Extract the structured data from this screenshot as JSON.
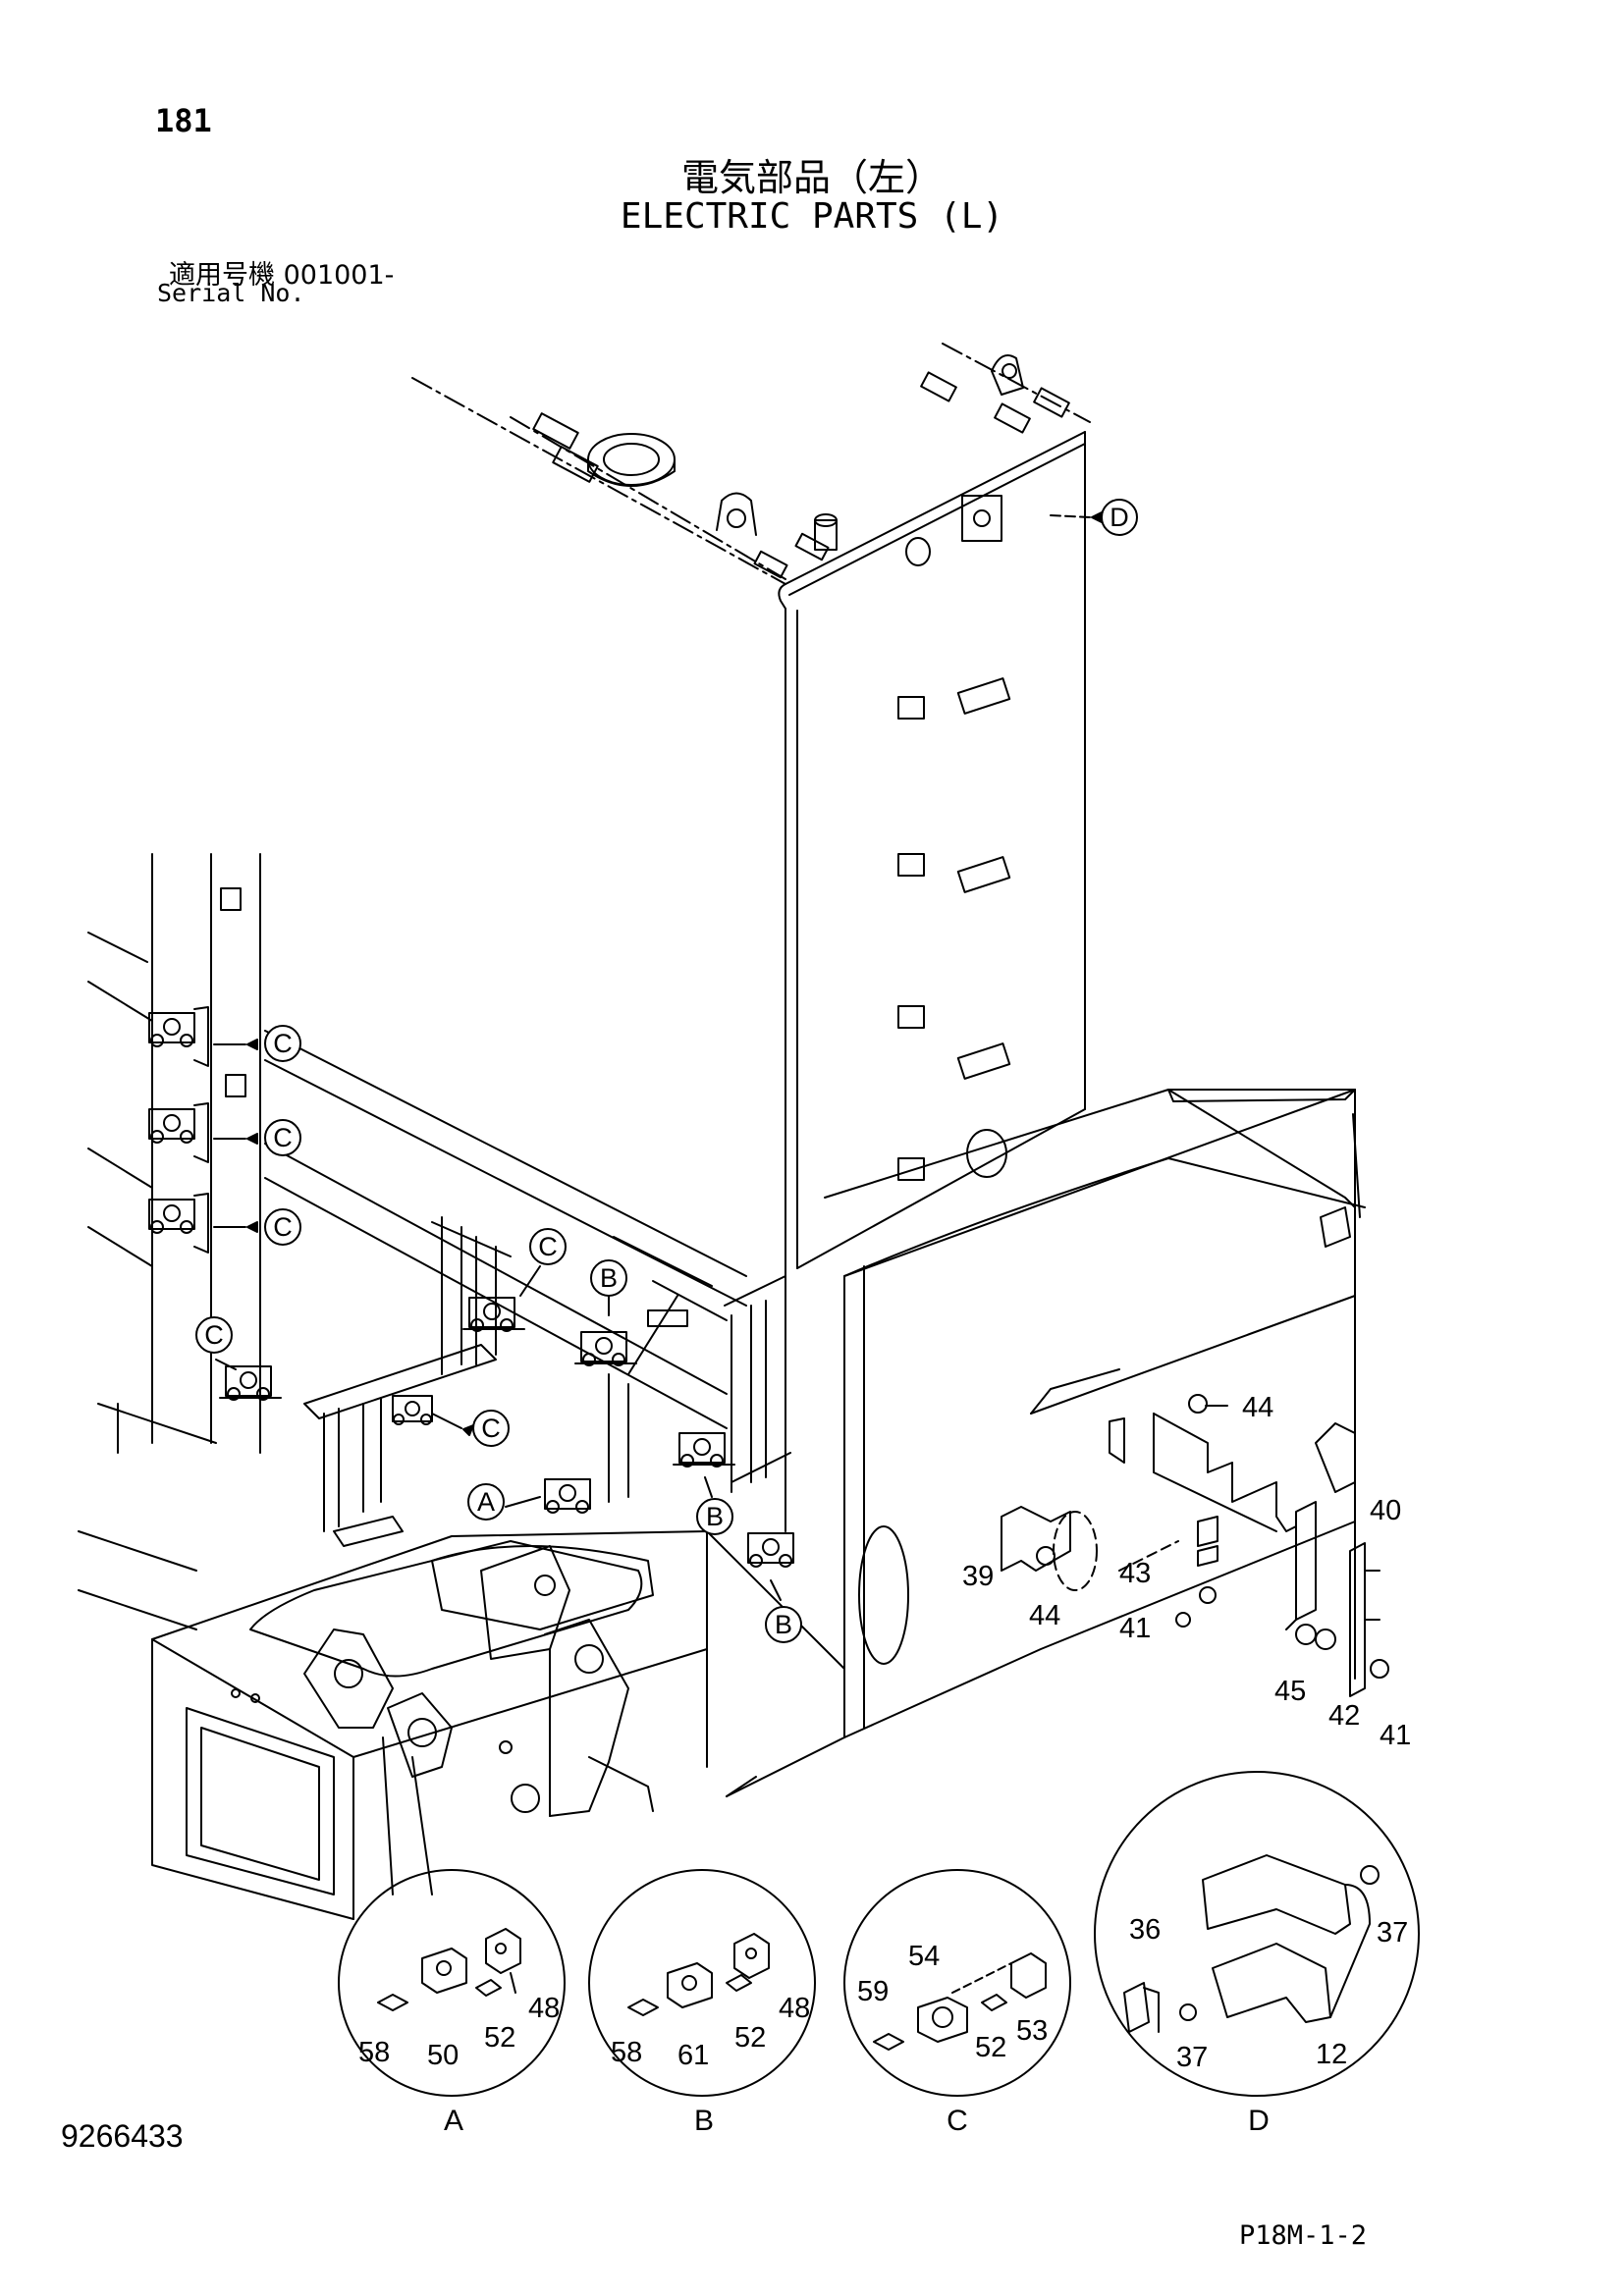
{
  "header": {
    "page_number": "181",
    "title_jp": "電気部品（左）",
    "title_en": "ELECTRIC PARTS (L)",
    "serial_jp": "適用号機  001001-",
    "serial_en": "Serial No."
  },
  "footer": {
    "drawing_id": "9266433",
    "page_code": "P18M-1-2"
  },
  "callouts": {
    "c1": "C",
    "c2": "C",
    "c3": "C",
    "c4": "C",
    "c5": "C",
    "c6": "C",
    "b1": "B",
    "b2": "B",
    "b3": "B",
    "a1": "A",
    "d1": "D"
  },
  "part_labels": {
    "p44a": "44",
    "p40": "40",
    "p39": "39",
    "p44b": "44",
    "p43": "43",
    "p41a": "41",
    "p45": "45",
    "p42": "42",
    "p41b": "41",
    "a58": "58",
    "a50": "50",
    "a52": "52",
    "a48": "48",
    "b58": "58",
    "b61": "61",
    "b52": "52",
    "b48": "48",
    "c54": "54",
    "c59": "59",
    "c52": "52",
    "c53": "53",
    "d36": "36",
    "d37a": "37",
    "d37b": "37",
    "d12": "12"
  },
  "detail_labels": {
    "A": "A",
    "B": "B",
    "C": "C",
    "D": "D"
  }
}
